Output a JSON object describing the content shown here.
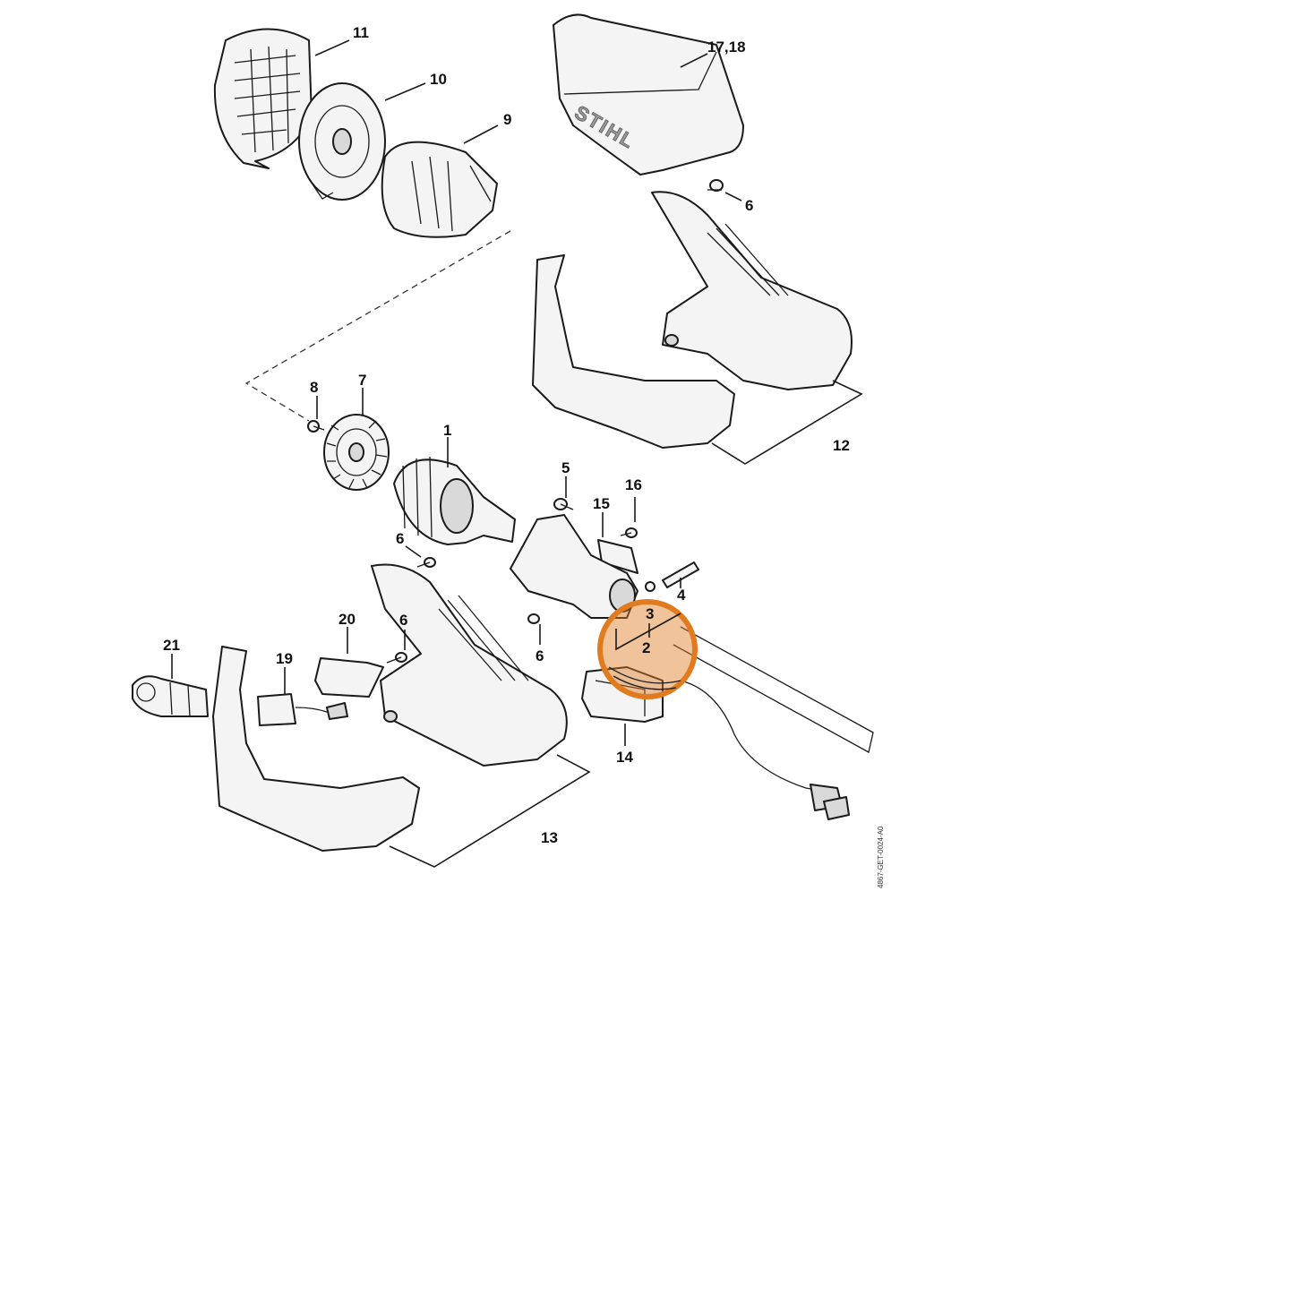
{
  "diagram": {
    "brand_text": "STIHL",
    "doc_reference": "4867-GET-0024-A0",
    "highlight_color": "#e07b1f",
    "callouts": {
      "c1": "1",
      "c2": "2",
      "c3": "3",
      "c4": "4",
      "c5": "5",
      "c6a": "6",
      "c6b": "6",
      "c6c": "6",
      "c6d": "6",
      "c7": "7",
      "c8": "8",
      "c9": "9",
      "c10": "10",
      "c11": "11",
      "c12": "12",
      "c13": "13",
      "c14": "14",
      "c15": "15",
      "c16": "16",
      "c17": "17,18",
      "c19": "19",
      "c20": "20",
      "c21": "21"
    }
  }
}
